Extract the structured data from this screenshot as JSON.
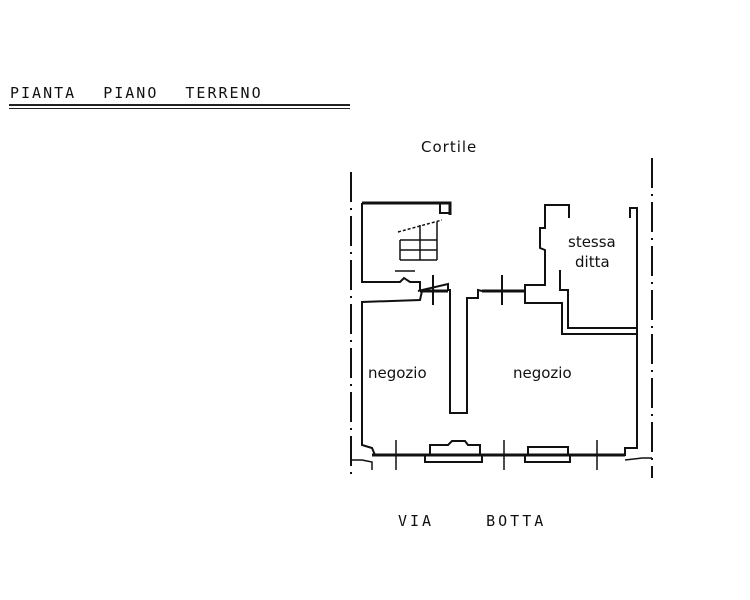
{
  "title": "PIANTA PIANO TERRENO",
  "labels": {
    "north": "Cortile",
    "room_left": "negozio",
    "room_right": "negozio",
    "room_top_right_line1": "stessa",
    "room_top_right_line2": "ditta",
    "street": "VIA BOTTA"
  }
}
